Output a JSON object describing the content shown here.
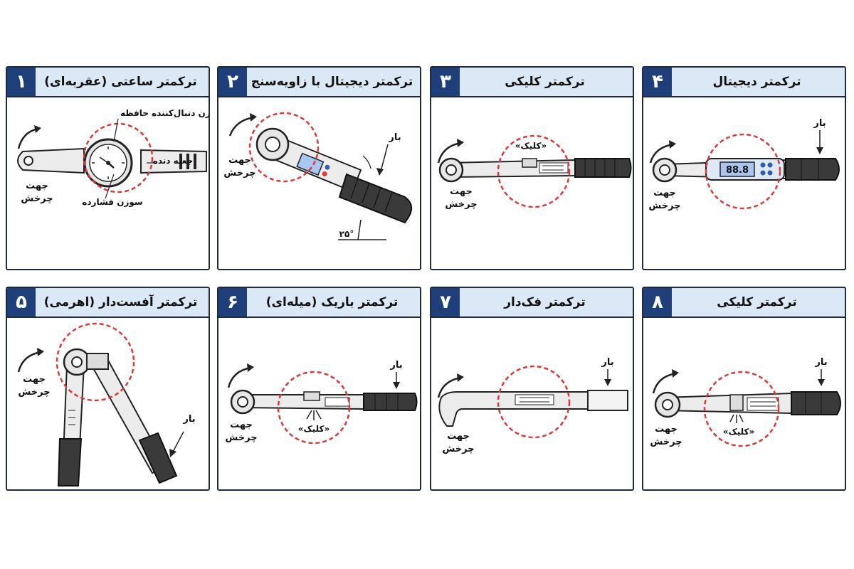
{
  "panels": [
    {
      "number": "۱",
      "title": "ترکمتر ساعتی (عقربه‌ای)",
      "labels": {
        "memory_needle": "سوزن دنبال‌کننده حافظه",
        "pointer_needle": "سوزن فشارده",
        "gearbox": "جعبه دنده",
        "rotation_line1": "جهت",
        "rotation_line2": "چرخش"
      }
    },
    {
      "number": "۲",
      "title": "ترکمتر دیجیتال با زاویه‌سنج",
      "labels": {
        "load": "بار",
        "rotation_line1": "جهت",
        "rotation_line2": "چرخش",
        "angle": "۲۵°"
      }
    },
    {
      "number": "۳",
      "title": "ترکمتر  کلیکی",
      "labels": {
        "click": "«کلیک»",
        "rotation_line1": "جهت",
        "rotation_line2": "چرخش"
      }
    },
    {
      "number": "۴",
      "title": "ترکمتر دیجیتال",
      "labels": {
        "load": "بار",
        "display": "88.8",
        "rotation_line1": "جهت",
        "rotation_line2": "چرخش"
      }
    },
    {
      "number": "۵",
      "title": "ترکمتر آفست‌دار (اهرمی)",
      "labels": {
        "load": "بار",
        "rotation_line1": "جهت",
        "rotation_line2": "چرخش"
      }
    },
    {
      "number": "۶",
      "title": "ترکمتر باریک (میله‌ای)",
      "labels": {
        "load": "بار",
        "click": "«کلیک»",
        "rotation_line1": "جهت",
        "rotation_line2": "چرخش"
      }
    },
    {
      "number": "۷",
      "title": "ترکمتر فک‌دار",
      "labels": {
        "load": "بار",
        "rotation_line1": "جهت",
        "rotation_line2": "چرخش"
      }
    },
    {
      "number": "۸",
      "title": "ترکمتر کلیکی",
      "labels": {
        "load": "بار",
        "click": "«کلیک»",
        "rotation_line1": "جهت",
        "rotation_line2": "چرخش"
      }
    }
  ],
  "colors": {
    "header_bg": "#dbe8f6",
    "badge_bg": "#1f3f7a",
    "highlight_circle": "#d93a3a",
    "digital_screen": "#a9c6ee",
    "digital_buttons": "#2b5fb4"
  }
}
